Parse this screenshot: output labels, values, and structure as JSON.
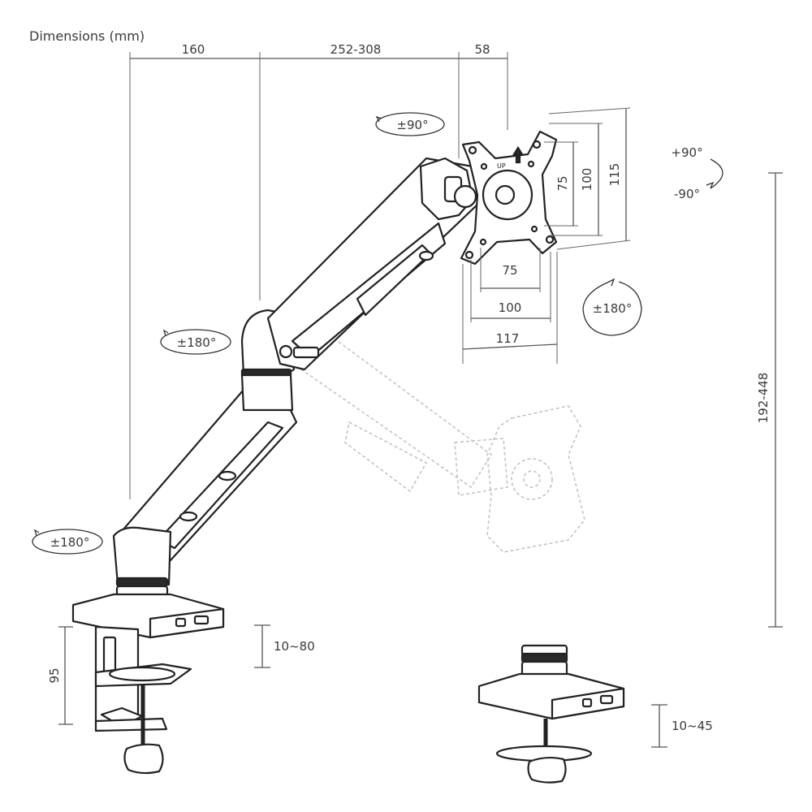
{
  "title": "Dimensions (mm)",
  "dimensions": {
    "top_left": "160",
    "top_mid": "252-308",
    "top_right": "58",
    "vesa_v_small": "75",
    "vesa_v_large": "100",
    "plate_height": "115",
    "vesa_h_small": "75",
    "vesa_h_large": "100",
    "plate_width": "117",
    "height_range": "192-448",
    "clamp_height": "95",
    "clamp_range": "10~80",
    "grommet_range": "10~45"
  },
  "rotations": {
    "head_swivel": "±90°",
    "tilt_up": "+90°",
    "tilt_down": "-90°",
    "head_rotate": "±180°",
    "elbow": "±180°",
    "base": "±180°"
  },
  "head_marker": "UP"
}
